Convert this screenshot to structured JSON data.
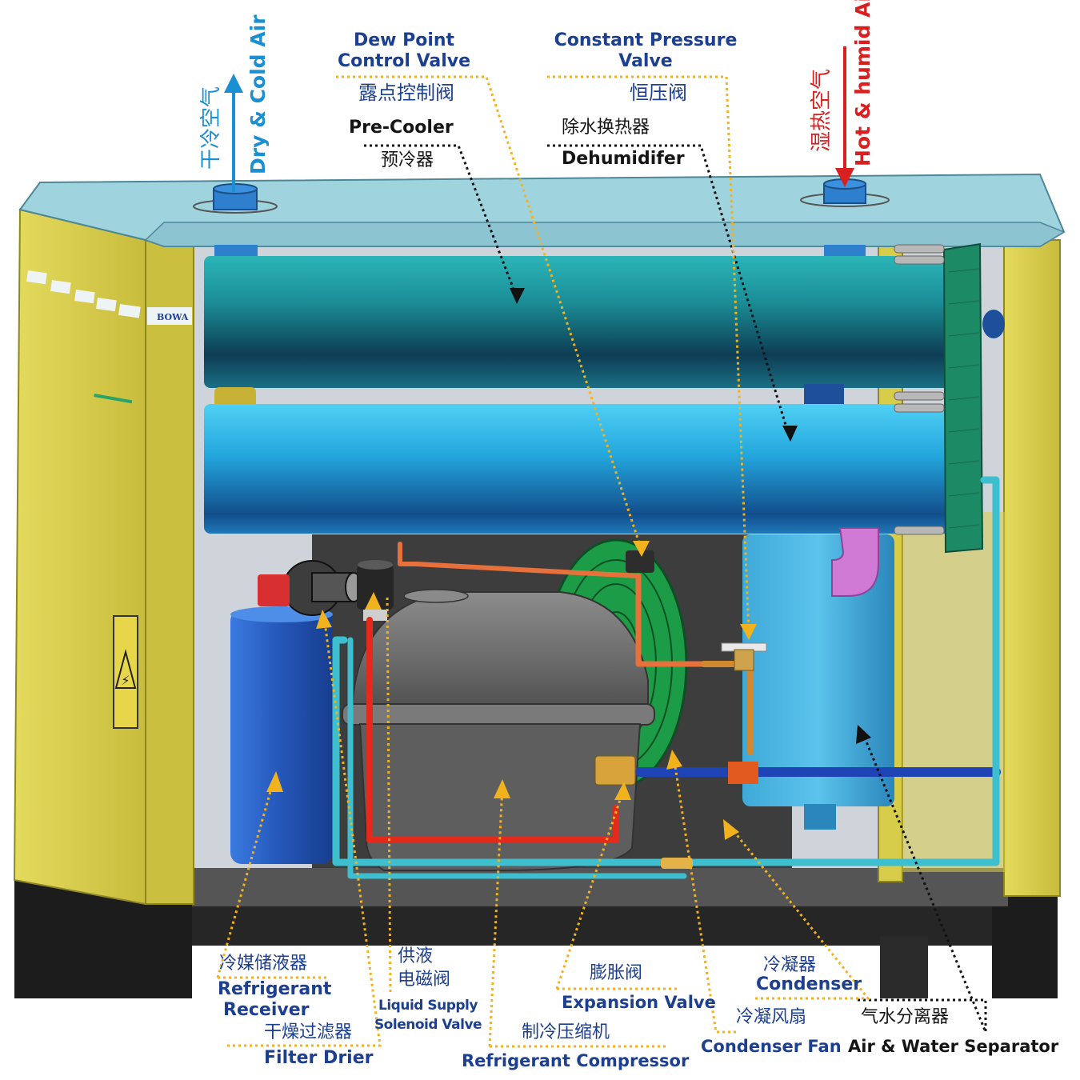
{
  "colors": {
    "label_blue": "#1d3f8f",
    "label_dark": "#151515",
    "leader_orange": "#f2b21e",
    "leader_black": "#111111",
    "dry_air_arrow": "#1a8fd1",
    "humid_air_arrow": "#d82020",
    "cabinet_yellow": "#d8cd4a",
    "top_panel": "#9fd4df",
    "preCooler_teal": "#1b8d96",
    "dehumidifier_blue": "#23a6dc",
    "receiver_blue": "#2456b8",
    "compressor_gray": "#6d6d6d",
    "base_black": "#1c1c1c"
  },
  "airflow": {
    "outlet_zh": "干冷空气",
    "outlet_en": "Dry & Cold Air",
    "inlet_zh": "湿热空气",
    "inlet_en": "Hot & humid Air"
  },
  "labels": {
    "dew_point_valve": {
      "en_line1": "Dew Point",
      "en_line2": "Control Valve",
      "zh": "露点控制阀"
    },
    "constant_pressure_valve": {
      "en_line1": "Constant Pressure",
      "en_line2": "Valve",
      "zh": "恒压阀"
    },
    "pre_cooler": {
      "en": "Pre-Cooler",
      "zh": "预冷器"
    },
    "dehumidifier": {
      "zh": "除水换热器",
      "en": "Dehumidifer"
    },
    "refrigerant_receiver": {
      "zh": "冷媒储液器",
      "en_line1": "Refrigerant",
      "en_line2": "Receiver"
    },
    "filter_drier": {
      "zh": "干燥过滤器",
      "en": "Filter Drier"
    },
    "liquid_supply_valve": {
      "zh_line1": "供液",
      "zh_line2": "电磁阀",
      "en_line1": "Liquid Supply",
      "en_line2": "Solenoid Valve"
    },
    "refrigerant_compressor": {
      "zh": "制冷压缩机",
      "en": "Refrigerant Compressor"
    },
    "expansion_valve": {
      "zh": "膨胀阀",
      "en": "Expansion Valve"
    },
    "condenser": {
      "zh": "冷凝器",
      "en": "Condenser"
    },
    "condenser_fan": {
      "zh": "冷凝风扇",
      "en": "Condenser Fan"
    },
    "air_water_separator": {
      "zh": "气水分离器",
      "en": "Air & Water Separator"
    }
  },
  "brand": {
    "logo_text": "BOWA"
  }
}
